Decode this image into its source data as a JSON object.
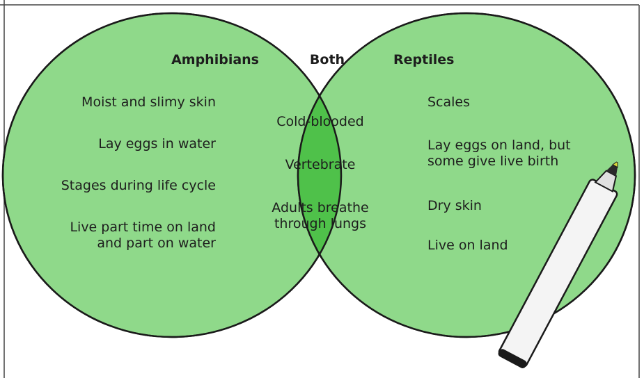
{
  "diagram": {
    "colors": {
      "circle_fill": "#8fd98a",
      "overlap_fill": "#4fc14a",
      "outline": "#1a1a1a"
    },
    "headings": {
      "left": "Amphibians",
      "center": "Both",
      "right": "Reptiles"
    },
    "amphibians": [
      "Moist and slimy skin",
      "Lay eggs in water",
      "Stages during life cycle",
      "Live part time on land\nand part on water"
    ],
    "both": [
      "Cold-blooded",
      "Vertebrate",
      "Adults breathe\nthrough lungs"
    ],
    "reptiles": [
      "Scales",
      "Lay eggs on land, but\nsome give live birth",
      "Dry skin",
      "Live on land"
    ],
    "decoration": "marker-icon"
  }
}
